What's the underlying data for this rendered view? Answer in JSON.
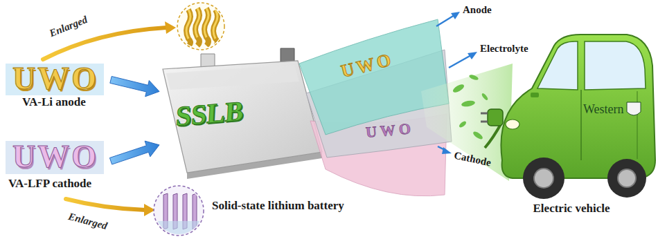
{
  "diagram": {
    "nodes": [
      {
        "text": [
          "UWO",
          "VA-Li anode"
        ]
      },
      {
        "text": [
          "UWO",
          "VA-LFP cathode"
        ]
      },
      {
        "text": [
          "SSLB",
          "Solid-state lithium battery"
        ]
      },
      {
        "text": [
          "Western",
          "Electric vehicle"
        ]
      }
    ],
    "edges": [
      {
        "from": 0,
        "to": 2,
        "arrow": "to"
      },
      {
        "from": 1,
        "to": 2,
        "arrow": "to"
      }
    ],
    "labels": [
      "Enlarged",
      "Enlarged",
      "UWO",
      "UWO",
      "Anode",
      "Electrolyte",
      "Cathode"
    ]
  }
}
